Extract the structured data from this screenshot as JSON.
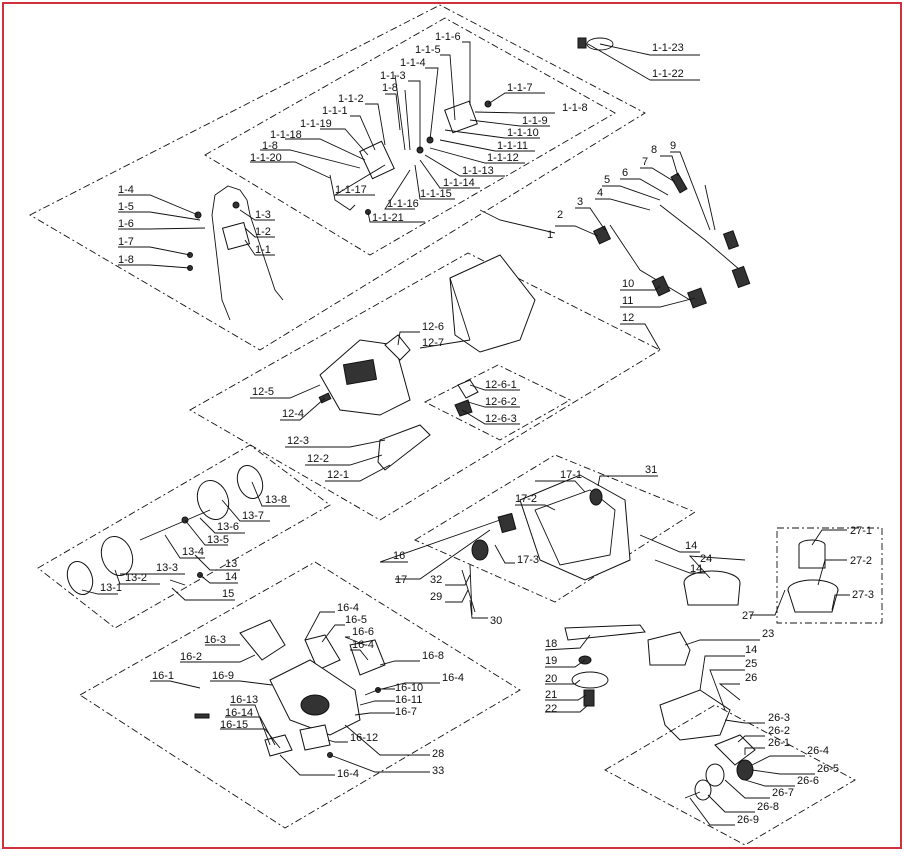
{
  "diagram": {
    "border_color": "#d0303c",
    "labels": {
      "l1_1_23": "1-1-23",
      "l1_1_22": "1-1-22",
      "l1_1_6": "1-1-6",
      "l1_1_5": "1-1-5",
      "l1_1_4": "1-1-4",
      "l1_1_3": "1-1-3",
      "l1_8a": "1-8",
      "l1_1_2": "1-1-2",
      "l1_1_1": "1-1-1",
      "l1_1_19": "1-1-19",
      "l1_1_18": "1-1-18",
      "l1_8b": "1-8",
      "l1_1_20": "1-1-20",
      "l1_1_17": "1-1-17",
      "l1_1_16": "1-1-16",
      "l1_1_21": "1-1-21",
      "l1_1_15": "1-1-15",
      "l1_1_14": "1-1-14",
      "l1_1_13": "1-1-13",
      "l1_1_12": "1-1-12",
      "l1_1_11": "1-1-11",
      "l1_1_10": "1-1-10",
      "l1_1_9": "1-1-9",
      "l1_1_8": "1-1-8",
      "l1_1_7": "1-1-7",
      "l1_4": "1-4",
      "l1_5": "1-5",
      "l1_6": "1-6",
      "l1_7": "1-7",
      "l1_8c": "1-8",
      "l1_3": "1-3",
      "l1_2": "1-2",
      "l1_1": "1-1",
      "l1": "1",
      "l2": "2",
      "l3": "3",
      "l4": "4",
      "l5": "5",
      "l6": "6",
      "l7": "7",
      "l8": "8",
      "l9": "9",
      "l10": "10",
      "l11": "11",
      "l12": "12",
      "l12_6": "12-6",
      "l12_7": "12-7",
      "l12_5": "12-5",
      "l12_4": "12-4",
      "l12_6_1": "12-6-1",
      "l12_6_2": "12-6-2",
      "l12_6_3": "12-6-3",
      "l12_3": "12-3",
      "l12_2": "12-2",
      "l12_1": "12-1",
      "l13_8": "13-8",
      "l13_7": "13-7",
      "l13_6": "13-6",
      "l13_5": "13-5",
      "l13_4": "13-4",
      "l13_3": "13-3",
      "l13": "13",
      "l13_2": "13-2",
      "l13_1": "13-1",
      "l14a": "14",
      "l15": "15",
      "l17_1": "17-1",
      "l31": "31",
      "l17_2": "17-2",
      "l16": "16",
      "l17": "17",
      "l17_3": "17-3",
      "l14b": "14",
      "l24": "24",
      "l14c": "14",
      "l32": "32",
      "l29": "29",
      "l30": "30",
      "l27_1": "27-1",
      "l27_2": "27-2",
      "l27_3": "27-3",
      "l27": "27",
      "l16_4a": "16-4",
      "l16_5": "16-5",
      "l16_6": "16-6",
      "l16_4b": "16-4",
      "l16_3": "16-3",
      "l16_2": "16-2",
      "l16_9": "16-9",
      "l16_8": "16-8",
      "l16_4c": "16-4",
      "l16_1": "16-1",
      "l16_10": "16-10",
      "l16_11": "16-11",
      "l16_7": "16-7",
      "l16_13": "16-13",
      "l16_14": "16-14",
      "l16_15": "16-15",
      "l16_12": "16-12",
      "l28": "28",
      "l33": "33",
      "l16_4d": "16-4",
      "l18": "18",
      "l19": "19",
      "l20": "20",
      "l21": "21",
      "l22": "22",
      "l23": "23",
      "l14d": "14",
      "l25": "25",
      "l26": "26",
      "l26_3": "26-3",
      "l26_2": "26-2",
      "l26_1": "26-1",
      "l26_4": "26-4",
      "l26_5": "26-5",
      "l26_6": "26-6",
      "l26_7": "26-7",
      "l26_8": "26-8",
      "l26_9": "26-9"
    }
  }
}
